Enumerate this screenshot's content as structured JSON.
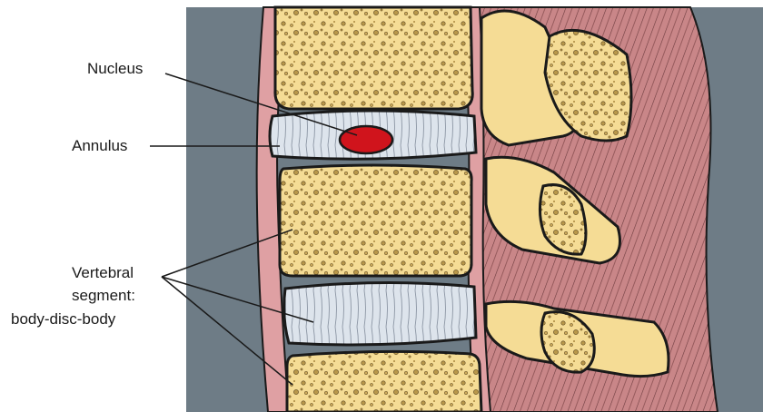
{
  "labels": {
    "nucleus": "Nucleus",
    "annulus": "Annulus",
    "vertebral_line1": "Vertebral",
    "vertebral_line2": "segment:",
    "vertebral_line3": "body-disc-body"
  },
  "colors": {
    "background_panel": "#6e7c86",
    "bone": "#f5dc95",
    "bone_speckle": "#b8974a",
    "disc": "#dde4ec",
    "nucleus": "#d0141c",
    "muscle": "#c98688",
    "ligament": "#dfa0a3",
    "outline": "#1a1a1a"
  }
}
